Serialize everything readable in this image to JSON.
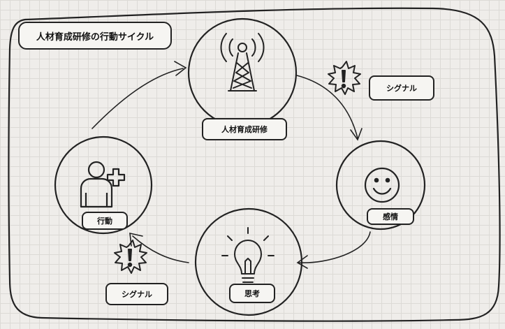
{
  "title": "人材育成研修の行動サイクル",
  "nodes": {
    "training": {
      "label": "人材育成研修",
      "icon": "antenna-tower-icon"
    },
    "emotion": {
      "label": "感情",
      "icon": "smiley-face-icon"
    },
    "thinking": {
      "label": "思考",
      "icon": "lightbulb-icon"
    },
    "action": {
      "label": "行動",
      "icon": "person-plus-icon"
    }
  },
  "signals": [
    {
      "label": "シグナル",
      "icon": "alert-burst-icon"
    },
    {
      "label": "シグナル",
      "icon": "alert-burst-icon"
    }
  ],
  "colors": {
    "background": "#efedea",
    "grid": "#dcdad6",
    "ink": "#222222",
    "box": "#f6f5f2"
  }
}
